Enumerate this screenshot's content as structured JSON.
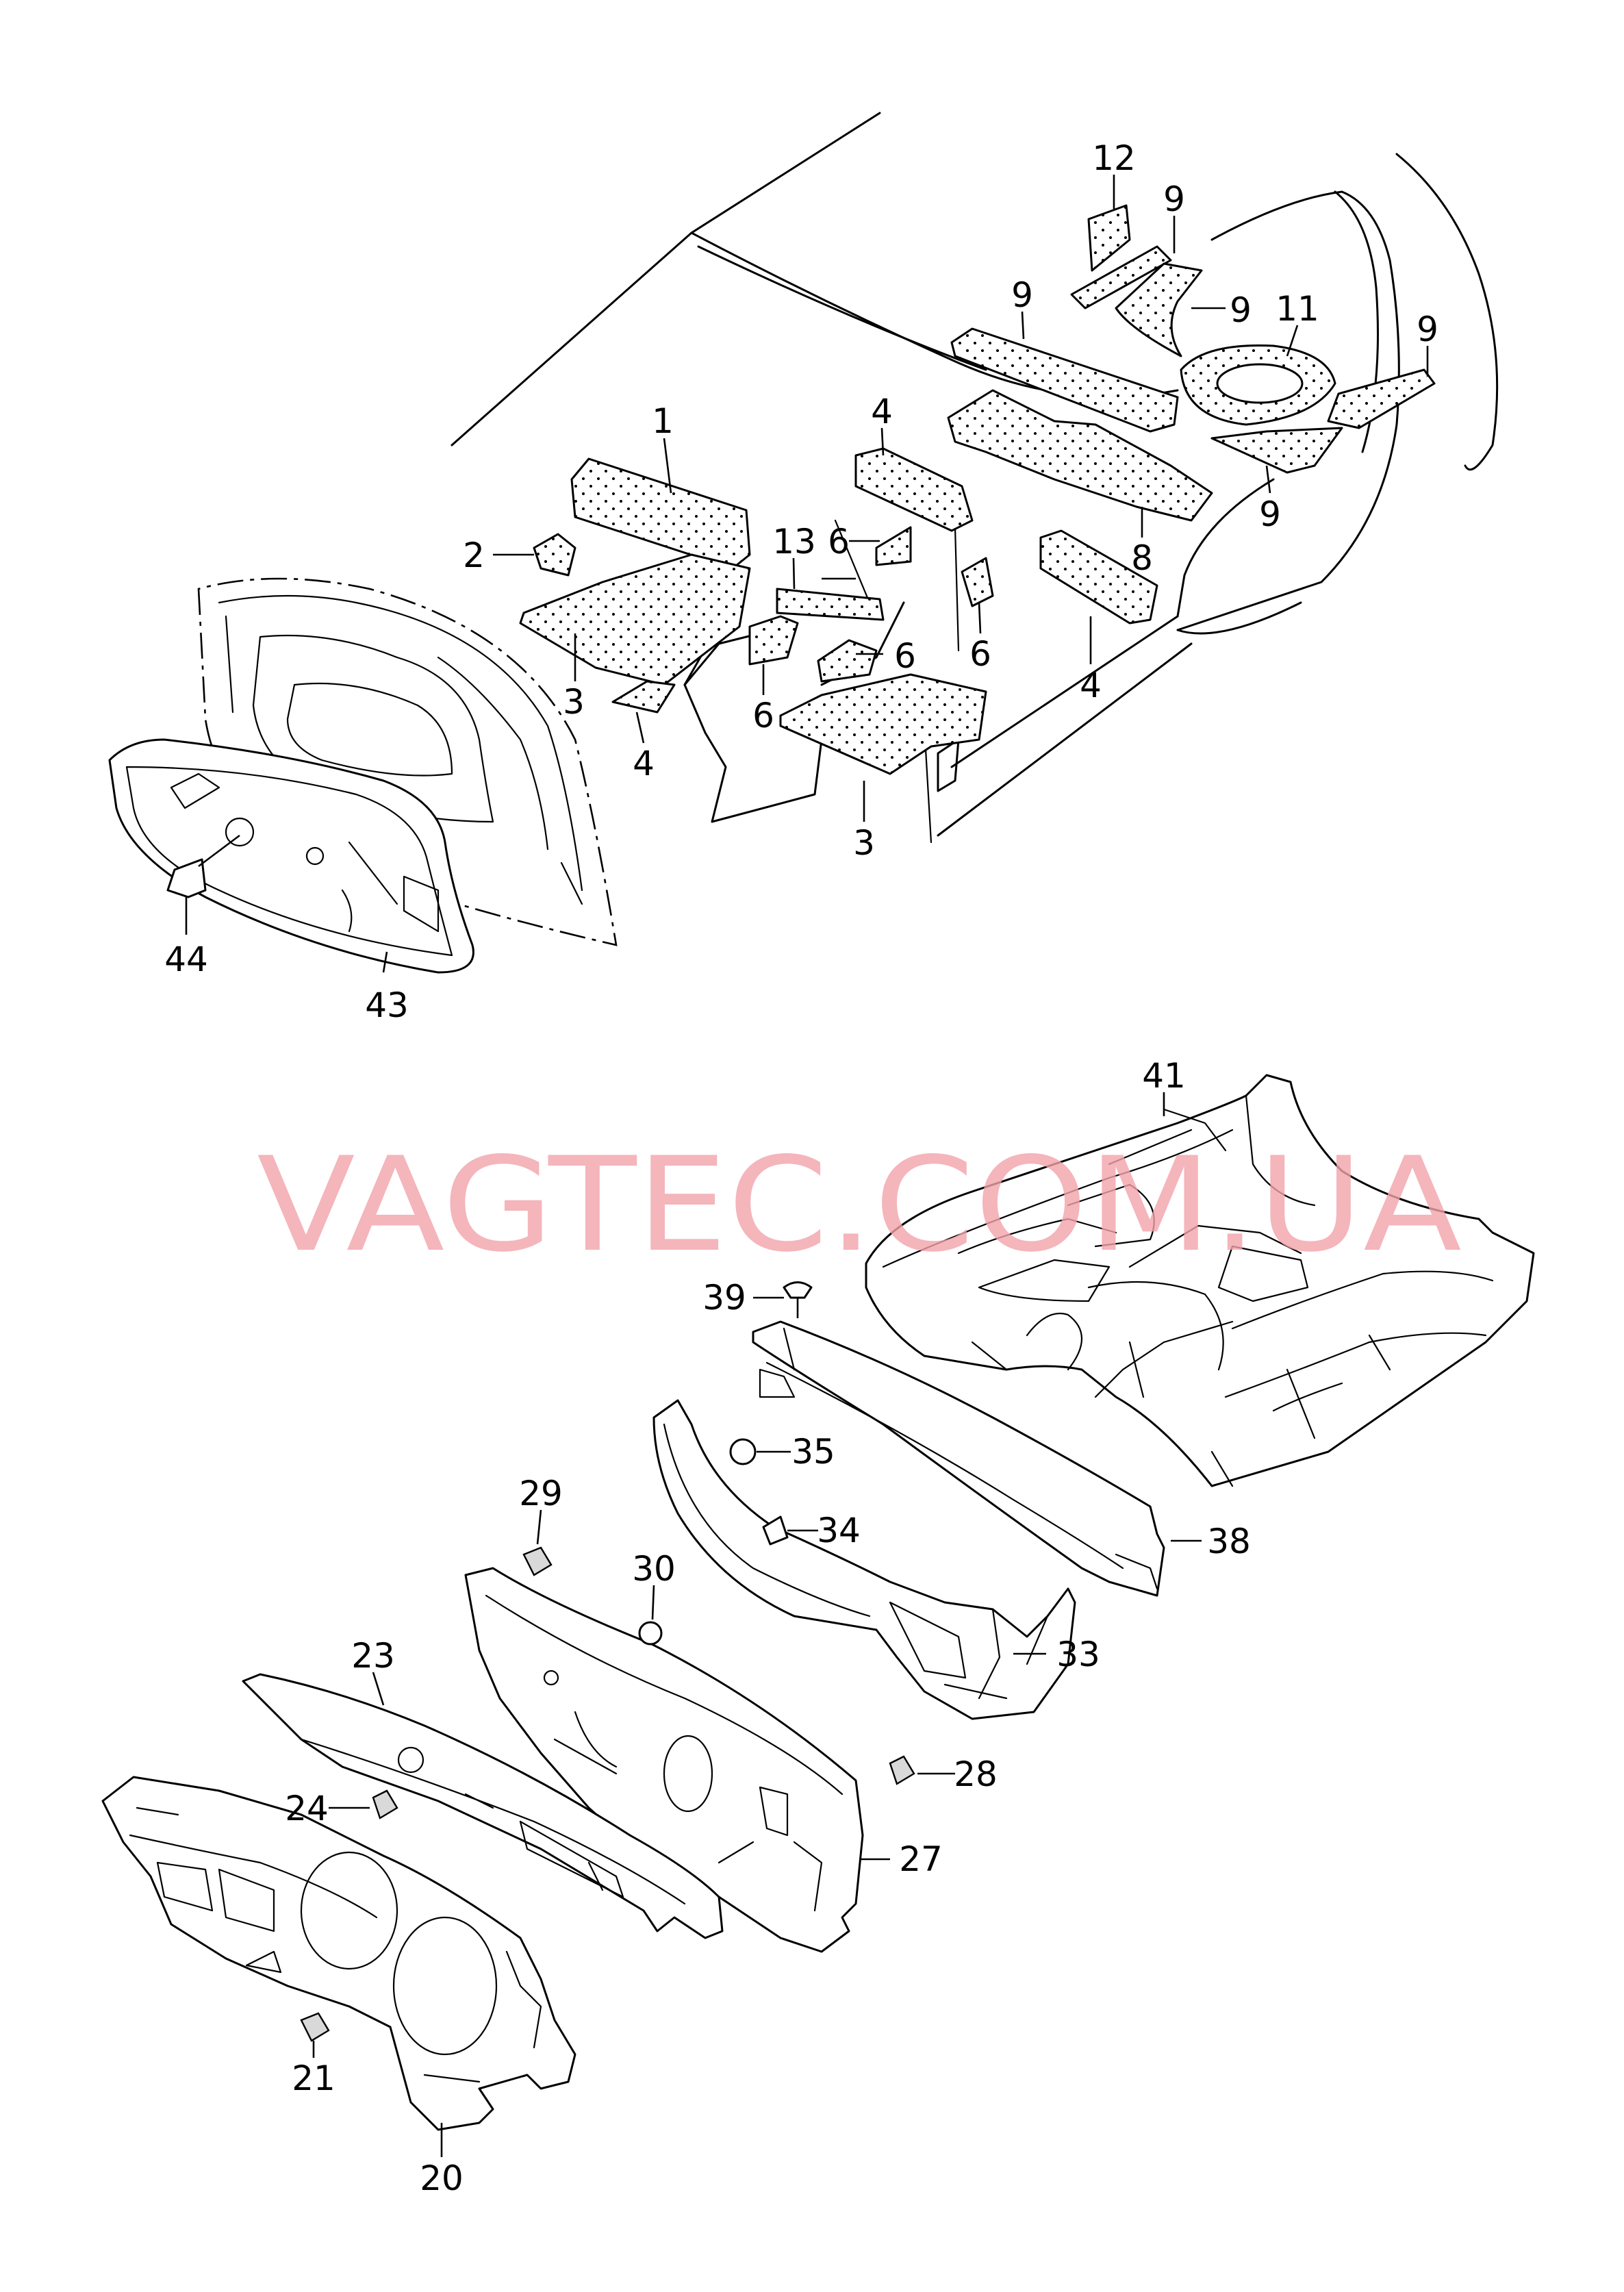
{
  "watermark": "VAGTEC.COM.UA",
  "callouts": [
    {
      "id": "c1",
      "text": "1"
    },
    {
      "id": "c2",
      "text": "2"
    },
    {
      "id": "c3a",
      "text": "3"
    },
    {
      "id": "c3b",
      "text": "3"
    },
    {
      "id": "c4a",
      "text": "4"
    },
    {
      "id": "c4b",
      "text": "4"
    },
    {
      "id": "c4c",
      "text": "4"
    },
    {
      "id": "c6a",
      "text": "6"
    },
    {
      "id": "c6b",
      "text": "6"
    },
    {
      "id": "c6c",
      "text": "6"
    },
    {
      "id": "c6d",
      "text": "6"
    },
    {
      "id": "c8",
      "text": "8"
    },
    {
      "id": "c9a",
      "text": "9"
    },
    {
      "id": "c9b",
      "text": "9"
    },
    {
      "id": "c9c",
      "text": "9"
    },
    {
      "id": "c9d",
      "text": "9"
    },
    {
      "id": "c9e",
      "text": "9"
    },
    {
      "id": "c11",
      "text": "11"
    },
    {
      "id": "c12",
      "text": "12"
    },
    {
      "id": "c13",
      "text": "13"
    },
    {
      "id": "c20",
      "text": "20"
    },
    {
      "id": "c21",
      "text": "21"
    },
    {
      "id": "c23",
      "text": "23"
    },
    {
      "id": "c24",
      "text": "24"
    },
    {
      "id": "c27",
      "text": "27"
    },
    {
      "id": "c28",
      "text": "28"
    },
    {
      "id": "c29",
      "text": "29"
    },
    {
      "id": "c30",
      "text": "30"
    },
    {
      "id": "c33",
      "text": "33"
    },
    {
      "id": "c34",
      "text": "34"
    },
    {
      "id": "c35",
      "text": "35"
    },
    {
      "id": "c38",
      "text": "38"
    },
    {
      "id": "c39",
      "text": "39"
    },
    {
      "id": "c41",
      "text": "41"
    },
    {
      "id": "c43",
      "text": "43"
    },
    {
      "id": "c44",
      "text": "44"
    }
  ]
}
